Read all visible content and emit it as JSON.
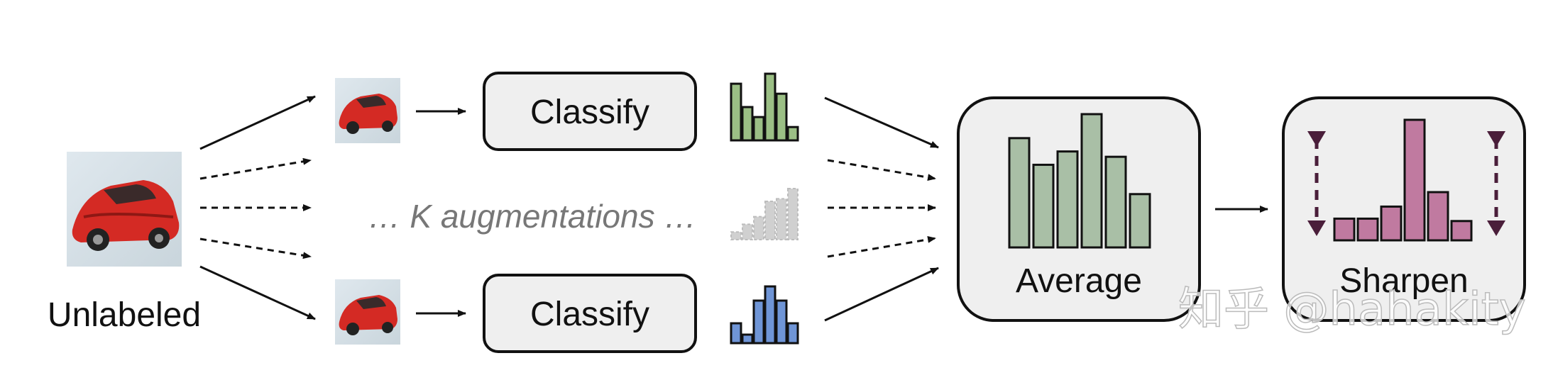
{
  "labels": {
    "unlabeled": "Unlabeled",
    "classify_top": "Classify",
    "classify_bottom": "Classify",
    "k_augmentations": "… K augmentations …",
    "average": "Average",
    "sharpen": "Sharpen",
    "watermark": "知乎 @hahakity"
  },
  "images": {
    "unlabeled": "red-car-image",
    "augmented_top": "red-car-image",
    "augmented_bottom": "red-car-image"
  },
  "histograms": {
    "green": {
      "color": "#9bbf85",
      "values": [
        0.85,
        0.5,
        0.35,
        1.0,
        0.7,
        0.2
      ]
    },
    "faded": {
      "color": "#d0d0d0",
      "values": [
        0.15,
        0.3,
        0.45,
        0.75,
        0.8,
        1.0
      ]
    },
    "blue": {
      "color": "#6f95d6",
      "values": [
        0.35,
        0.15,
        0.75,
        1.0,
        0.75,
        0.35
      ]
    },
    "average": {
      "color": "#a9bfa6",
      "values": [
        0.82,
        0.62,
        0.72,
        1.0,
        0.68,
        0.4
      ]
    },
    "sharpen": {
      "color": "#c07aa0",
      "values": [
        0.18,
        0.18,
        0.28,
        1.0,
        0.4,
        0.16
      ]
    }
  },
  "colors": {
    "box_fill": "#efefef",
    "stroke": "#111111",
    "sharpen_arrow": "#4a1e3a"
  }
}
